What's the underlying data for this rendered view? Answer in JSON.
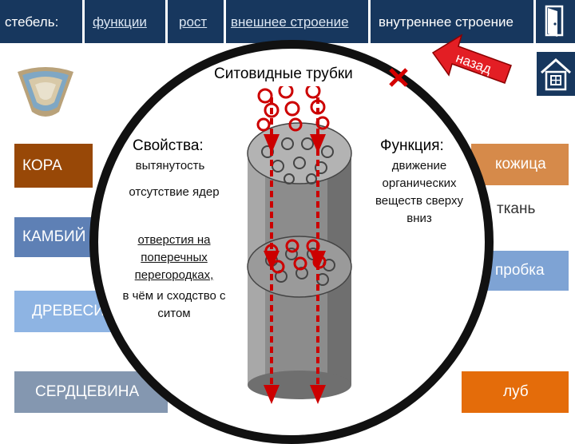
{
  "nav": {
    "tabs": [
      {
        "label": "стебель:"
      },
      {
        "label": "функции"
      },
      {
        "label": "рост"
      },
      {
        "label": "внешнее строение"
      },
      {
        "label": "внутреннее строение"
      }
    ],
    "back_label": "назад",
    "exit_icon": "door-exit-icon",
    "home_icon": "home-icon"
  },
  "left_items": [
    {
      "label": "КОРА"
    },
    {
      "label": "КАМБИЙ"
    },
    {
      "label": "ДРЕВЕСИНА"
    },
    {
      "label": "СЕРДЦЕВИНА"
    }
  ],
  "right_items": [
    {
      "label": "кожица"
    },
    {
      "label": "ткань"
    },
    {
      "label": "пробка"
    },
    {
      "label": "луб"
    }
  ],
  "panel": {
    "title": "Ситовидные трубки",
    "properties_heading": "Свойства:",
    "properties": [
      "вытянутость",
      "отсутствие ядер",
      "отверстия на поперечных перегородках,",
      "в чём и сходство с ситом"
    ],
    "function_heading": "Функция:",
    "function_text": "движение органических веществ сверху вниз"
  },
  "colors": {
    "nav": "#17375e",
    "cortex": "#984807",
    "cambium": "#5e80b5",
    "wood": "#8eb4e3",
    "pith": "#8497b0",
    "skin": "#d68a4a",
    "cork": "#7ea3d4",
    "bast": "#e46c0a",
    "arrow": "#cc0000"
  }
}
